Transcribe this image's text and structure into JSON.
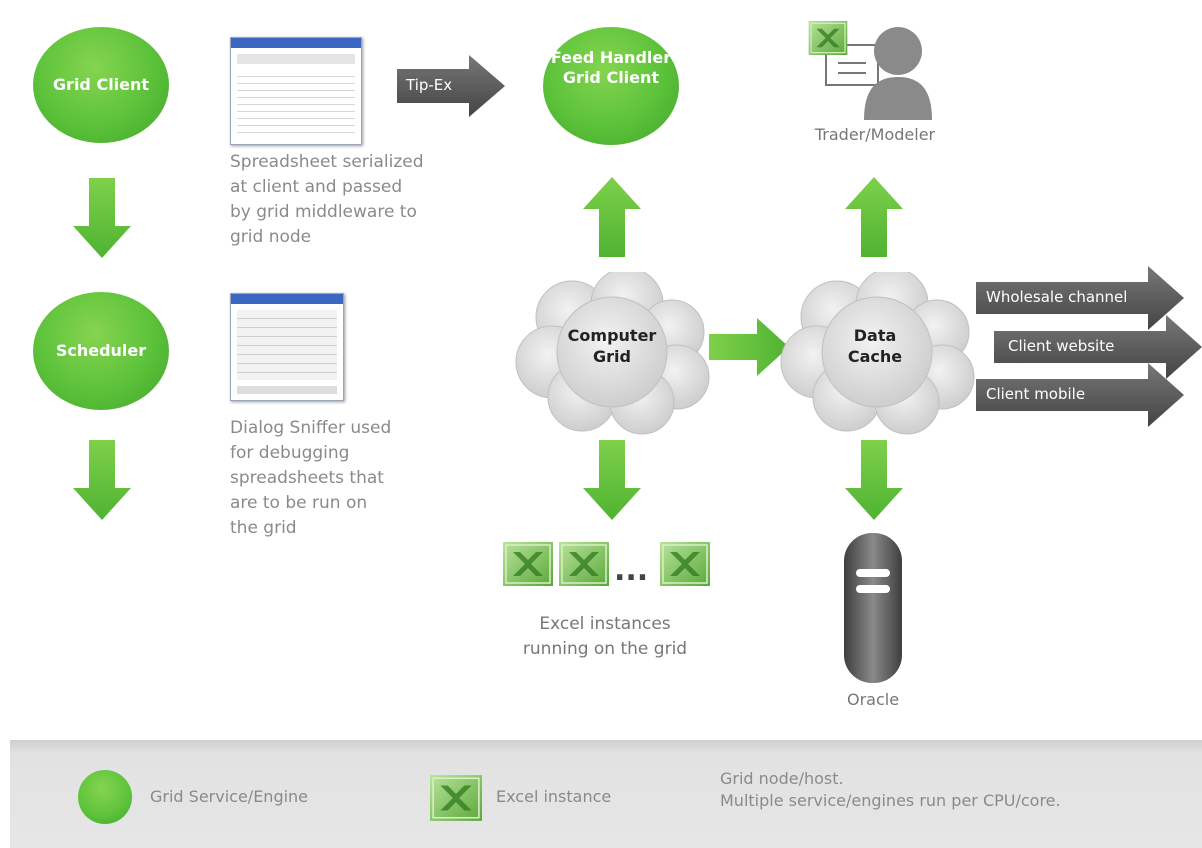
{
  "nodes": {
    "grid_client": "Grid Client",
    "scheduler": "Scheduler",
    "feed_handler_line1": "Feed Handler",
    "feed_handler_line2": "Grid Client",
    "computer_grid_line1": "Computer",
    "computer_grid_line2": "Grid",
    "data_cache_line1": "Data",
    "data_cache_line2": "Cache"
  },
  "arrows": {
    "tip_ex": "Tip-Ex",
    "wholesale": "Wholesale channel",
    "client_website": "Client website",
    "client_mobile": "Client mobile"
  },
  "captions": {
    "spreadsheet_line1": "Spreadsheet serialized",
    "spreadsheet_line2": "at client and passed",
    "spreadsheet_line3": "by grid middleware to",
    "spreadsheet_line4": "grid node",
    "dialog_line1": "Dialog Sniffer used",
    "dialog_line2": "for debugging",
    "dialog_line3": "spreadsheets that",
    "dialog_line4": "are to be run on",
    "dialog_line5": "the grid",
    "trader": "Trader/Modeler",
    "excel_line1": "Excel instances",
    "excel_line2": "running on the grid",
    "ellipsis": "...",
    "oracle": "Oracle"
  },
  "legend": {
    "service": "Grid Service/Engine",
    "excel": "Excel instance",
    "node_line1": "Grid node/host.",
    "node_line2": "Multiple service/engines run per CPU/core."
  },
  "colors": {
    "green": "#5cc23a",
    "grey_arrow": "#5a5a5a",
    "cloud": "#d8d8d8"
  }
}
